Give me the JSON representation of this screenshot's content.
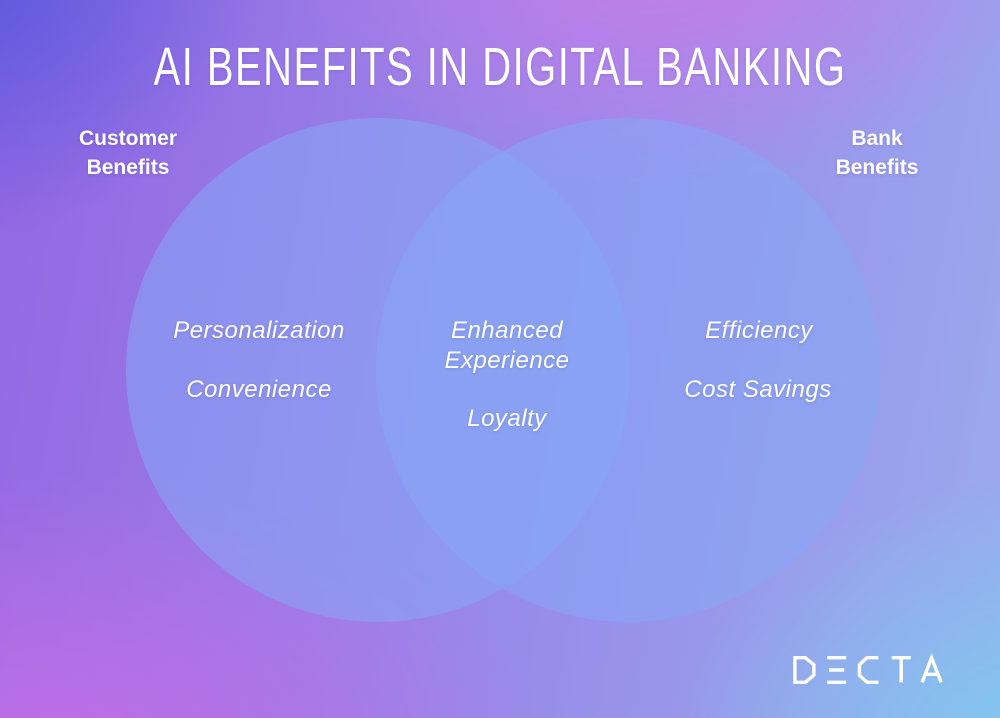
{
  "title": "AI BENEFITS IN DIGITAL BANKING",
  "brand": {
    "name": "DECTA"
  },
  "colors": {
    "text": "#ffffff",
    "circle_fill": "rgba(134,168,246,0.55)",
    "overlap_observed": "#7d9ef0",
    "left_circle_observed": "#9d9ee8",
    "right_circle_observed": "#85a0ee",
    "bg_top_left": "#5158dd",
    "bg_top_magenta": "#c97ae9",
    "bg_mid_left": "#9565e3",
    "bg_mid_right": "#9aaaee",
    "bg_bottom_left": "#c06ee6",
    "bg_bottom_right": "#7fcaee"
  },
  "venn": {
    "left": {
      "label": "Customer Benefits",
      "items": [
        "Personalization",
        "Convenience"
      ]
    },
    "overlap": {
      "items": [
        "Enhanced Experience",
        "Loyalty"
      ]
    },
    "right": {
      "label": "Bank Benefits",
      "items": [
        "Efficiency",
        "Cost Savings"
      ]
    }
  }
}
